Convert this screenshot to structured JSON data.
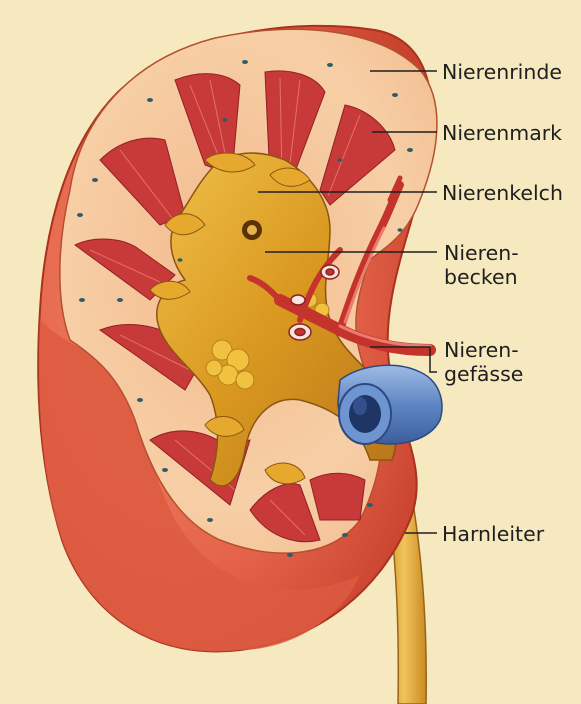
{
  "labels": {
    "nierenrinde": "Nierenrinde",
    "nierenmark": "Nierenmark",
    "nierenkelch": "Nierenkelch",
    "nierenbecken": [
      "Nieren-",
      "becken"
    ],
    "nierengefaesse": [
      "Nieren-",
      "gefässe"
    ],
    "harnleiter": "Harnleiter"
  },
  "colors": {
    "background": "#f6e9bf",
    "capsule": "#e86a4d",
    "cortex": "#f7c79e",
    "medulla": "#c8393a",
    "pelvis": "#d9981f",
    "vein": "#5f86c4",
    "ureter": "#e0a431",
    "leader_line": "#1f1f1f"
  }
}
